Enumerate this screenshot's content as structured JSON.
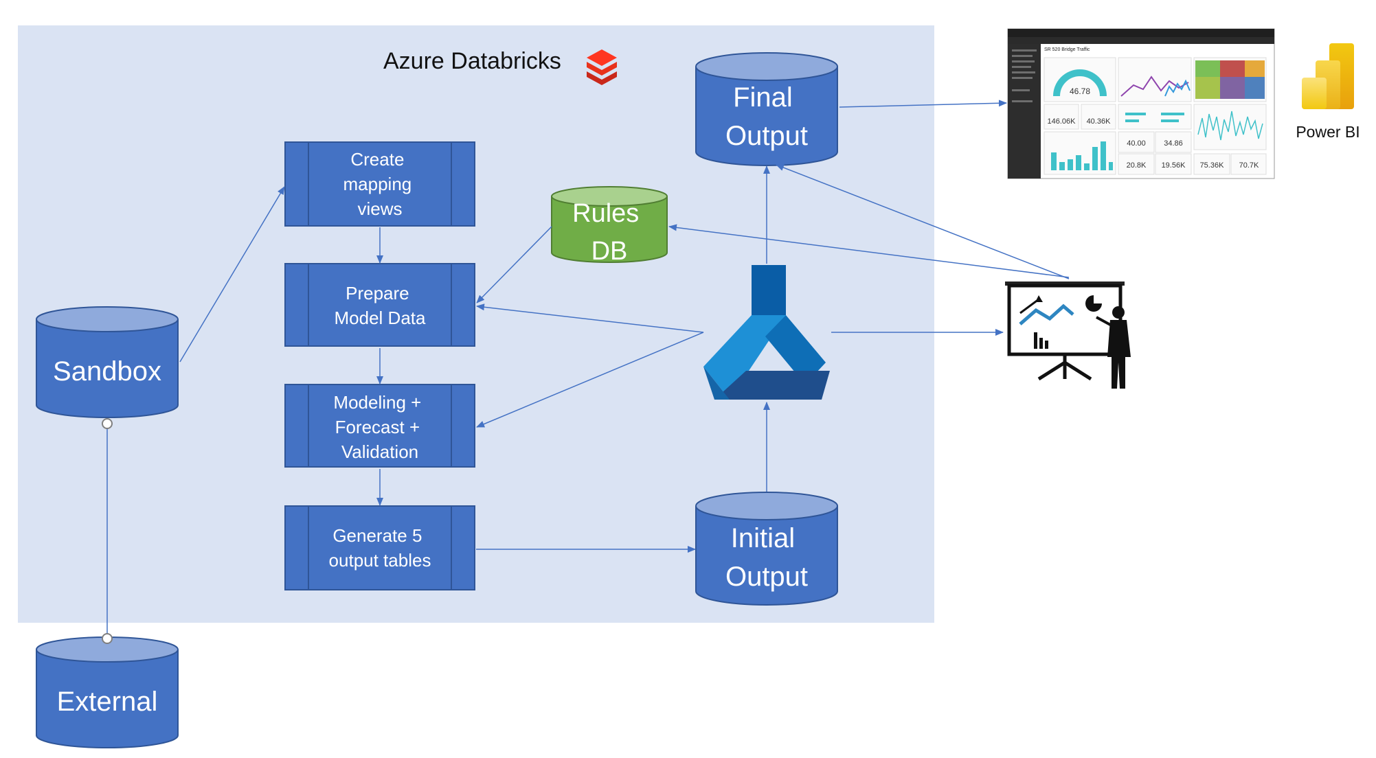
{
  "region": {
    "title": "Azure Databricks",
    "icon": "databricks-logo-icon"
  },
  "steps": [
    {
      "id": "create-mapping-views",
      "lines": [
        "Create",
        "mapping",
        "views"
      ]
    },
    {
      "id": "prepare-model-data",
      "lines": [
        "Prepare",
        "Model Data"
      ]
    },
    {
      "id": "modeling-forecast-validation",
      "lines": [
        "Modeling +",
        "Forecast +",
        "Validation"
      ]
    },
    {
      "id": "generate-output-tables",
      "lines": [
        "Generate 5",
        "output tables"
      ]
    }
  ],
  "stores": {
    "sandbox": {
      "label": "Sandbox"
    },
    "external": {
      "label": "External"
    },
    "rules_db": {
      "lines": [
        "Rules",
        "DB"
      ]
    },
    "final_output": {
      "lines": [
        "Final",
        "Output"
      ]
    },
    "initial_output": {
      "lines": [
        "Initial",
        "Output"
      ]
    }
  },
  "icons": {
    "ml": "azure-machine-learning-icon",
    "presentation": "presentation-analytics-icon",
    "powerbi": "power-bi-logo-icon"
  },
  "powerbi": {
    "label": "Power BI"
  },
  "dashboard": {
    "title": "SR 520 Bridge Traffic",
    "gauge_value": "46.78",
    "kpis": [
      "146.06K",
      "40.36K",
      "40.00",
      "34.86",
      "20.8K",
      "19.56K",
      "75.36K",
      "70.7K"
    ]
  },
  "colors": {
    "region_bg": "#dae3f3",
    "box_fill": "#4472c4",
    "box_stroke": "#2f5597",
    "rules_fill": "#70ad47",
    "rules_top": "#a9d18e",
    "cyl_top": "#8faadc",
    "arrow": "#4472c4"
  }
}
